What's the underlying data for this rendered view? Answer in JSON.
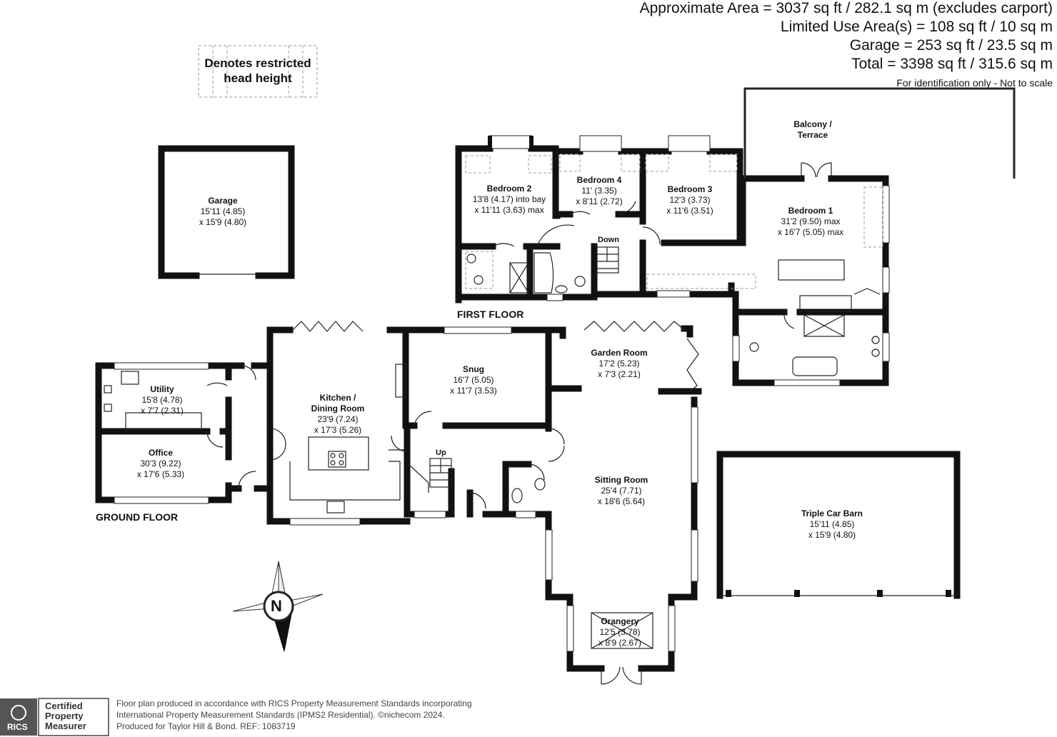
{
  "header": {
    "area_lines": [
      "Approximate Area = 3037 sq ft / 282.1 sq m (excludes carport)",
      "Limited Use Area(s) = 108 sq ft / 10 sq m",
      "Garage = 253 sq ft / 23.5 sq m",
      "Total = 3398 sq ft / 315.6 sq m"
    ],
    "note": "For identification only - Not to scale"
  },
  "legend": {
    "line1": "Denotes restricted",
    "line2": "head height"
  },
  "floors": {
    "first": "FIRST FLOOR",
    "ground": "GROUND FLOOR"
  },
  "rooms": {
    "garage": {
      "name": "Garage",
      "dims": [
        "15'11 (4.85)",
        "x 15'9 (4.80)"
      ]
    },
    "bedroom2": {
      "name": "Bedroom 2",
      "dims": [
        "13'8 (4.17) into bay",
        "x 11'11 (3.63) max"
      ]
    },
    "bedroom4": {
      "name": "Bedroom 4",
      "dims": [
        "11' (3.35)",
        "x 8'11 (2.72)"
      ]
    },
    "bedroom3": {
      "name": "Bedroom 3",
      "dims": [
        "12'3 (3.73)",
        "x 11'6 (3.51)"
      ]
    },
    "balcony": {
      "name": [
        "Balcony /",
        "Terrace"
      ]
    },
    "bedroom1": {
      "name": "Bedroom 1",
      "dims": [
        "31'2 (9.50) max",
        "x 16'7 (5.05) max"
      ]
    },
    "utility": {
      "name": "Utility",
      "dims": [
        "15'8 (4.78)",
        "x 7'7 (2.31)"
      ]
    },
    "office": {
      "name": "Office",
      "dims": [
        "30'3 (9.22)",
        "x 17'6 (5.33)"
      ]
    },
    "kitchen": {
      "name": [
        "Kitchen /",
        "Dining Room"
      ],
      "dims": [
        "23'9 (7.24)",
        "x 17'3 (5.26)"
      ]
    },
    "snug": {
      "name": "Snug",
      "dims": [
        "16'7 (5.05)",
        "x 11'7 (3.53)"
      ]
    },
    "garden": {
      "name": "Garden Room",
      "dims": [
        "17'2 (5.23)",
        "x 7'3 (2.21)"
      ]
    },
    "sitting": {
      "name": "Sitting Room",
      "dims": [
        "25'4 (7.71)",
        "x 18'6 (5.64)"
      ]
    },
    "orangery": {
      "name": "Orangery",
      "dims": [
        "12'5 (3.78)",
        "x 8'9 (2.67)"
      ]
    },
    "barn": {
      "name": "Triple Car Barn",
      "dims": [
        "15'11 (4.85)",
        "x 15'9 (4.80)"
      ]
    }
  },
  "stairs": {
    "down": "Down",
    "up": "Up"
  },
  "compass": {
    "letter": "N"
  },
  "badge": {
    "rics": "RICS",
    "cert": [
      "Certified",
      "Property",
      "Measurer"
    ]
  },
  "footer": {
    "lines": [
      "Floor plan produced in accordance with RICS Property Measurement Standards incorporating",
      "International Property Measurement Standards (IPMS2 Residential).  ©nichecom 2024.",
      "Produced for Taylor Hill & Bond.   REF: 1083719"
    ]
  },
  "colors": {
    "wall": "#111111",
    "restricted_dash": "#9a9a9a"
  }
}
